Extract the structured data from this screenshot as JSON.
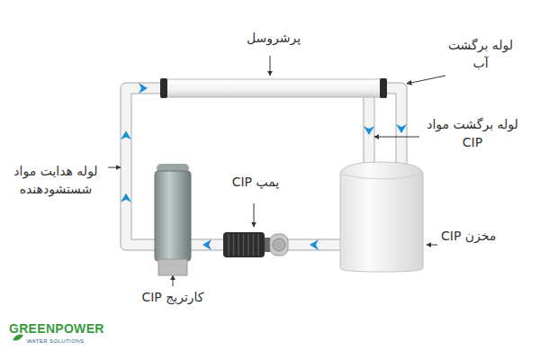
{
  "diagram": {
    "nodes": [
      {
        "text": [
          "پرشروسل"
        ]
      },
      {
        "text": [
          "مخزن CIP"
        ]
      },
      {
        "text": [
          "پمپ CIP"
        ]
      },
      {
        "text": [
          "کارتریج CIP"
        ]
      }
    ],
    "edges": [
      {
        "from": 1,
        "to": 2,
        "arrow": "to"
      },
      {
        "from": 2,
        "to": 3,
        "arrow": "to"
      },
      {
        "from": 3,
        "to": 0,
        "arrow": "to"
      },
      {
        "from": 0,
        "to": 1,
        "arrow": "to"
      },
      {
        "from": 0,
        "to": 1,
        "arrow": "to"
      }
    ],
    "labels": [
      "لوله برگشت آب",
      "لوله برگشت مواد CIP",
      "لوله هدایت مواد شستشودهنده",
      "GREENPOWER",
      "WATER SOLUTIONS"
    ]
  }
}
